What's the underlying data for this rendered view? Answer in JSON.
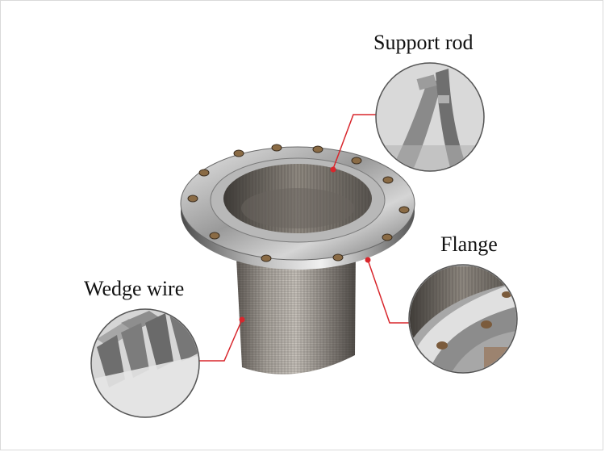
{
  "labels": {
    "support_rod": "Support rod",
    "flange": "Flange",
    "wedge_wire": "Wedge wire"
  },
  "colors": {
    "callout_line": "#d8262c",
    "steel_light": "#dcdcdc",
    "steel_dark": "#6f6f6f"
  }
}
